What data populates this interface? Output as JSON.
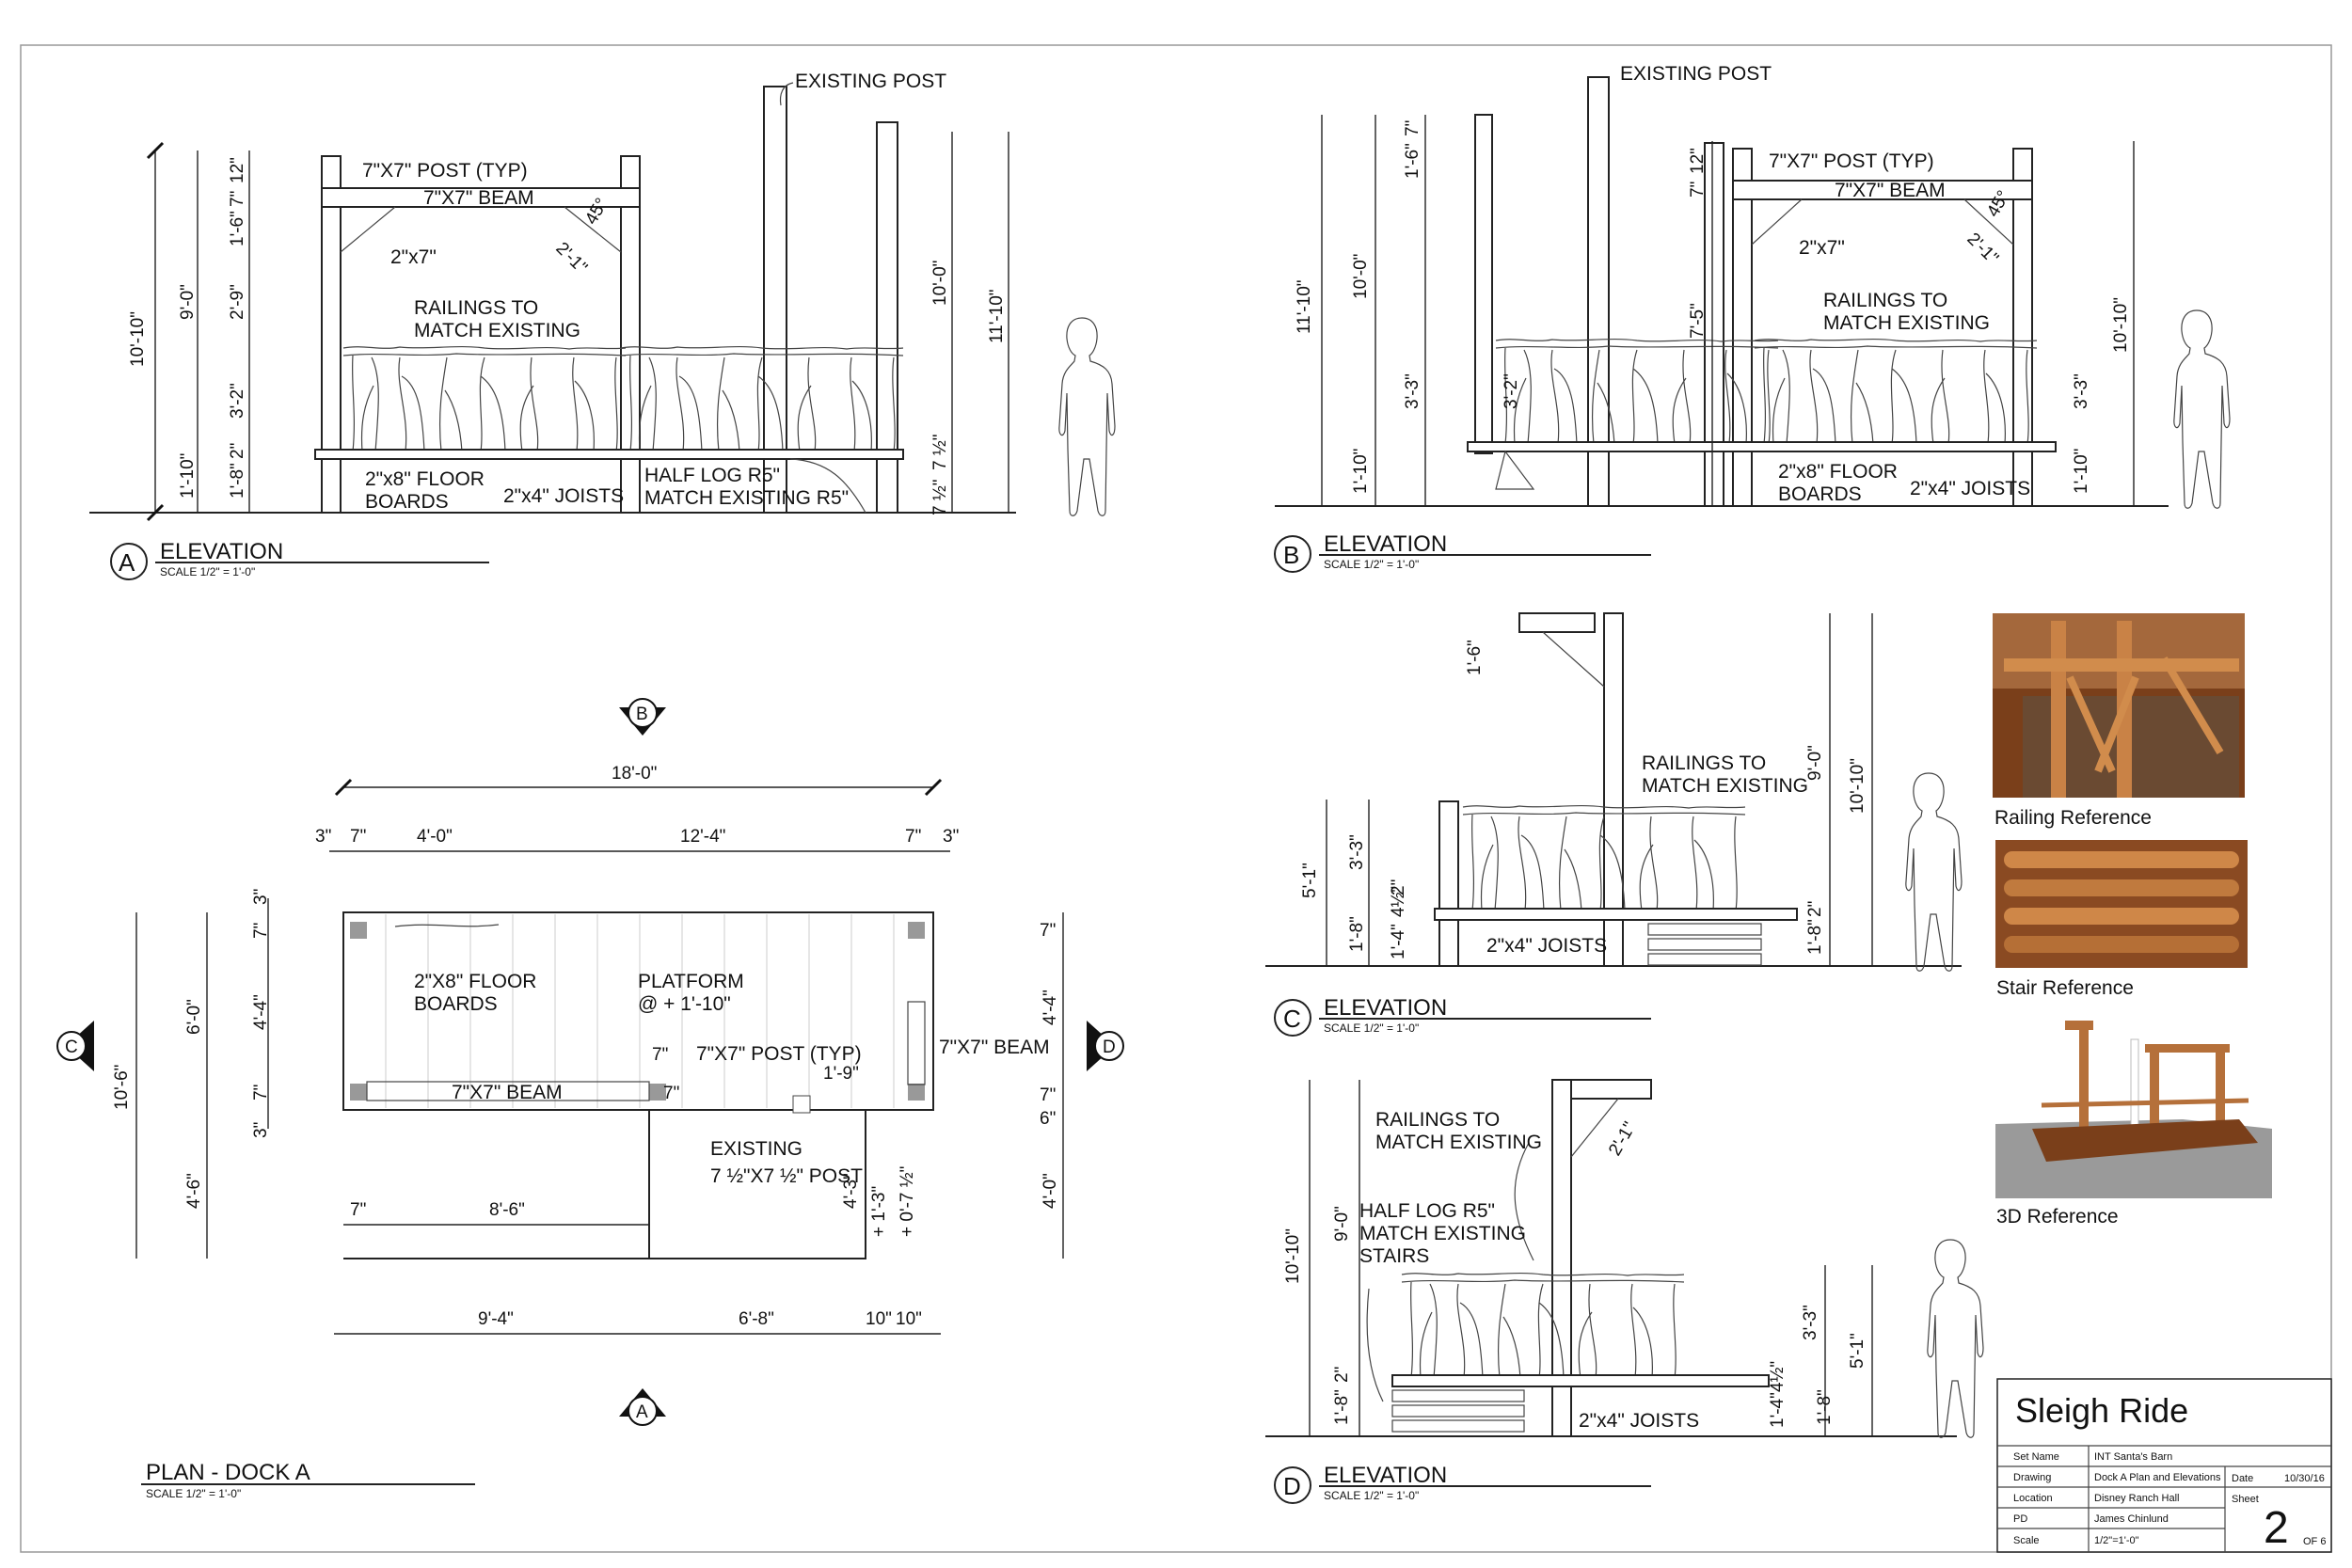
{
  "views": {
    "a": {
      "letter": "A",
      "title": "ELEVATION",
      "scale": "SCALE 1/2\" = 1'-0\""
    },
    "b": {
      "letter": "B",
      "title": "ELEVATION",
      "scale": "SCALE 1/2\" = 1'-0\""
    },
    "c": {
      "letter": "C",
      "title": "ELEVATION",
      "scale": "SCALE 1/2\" = 1'-0\""
    },
    "d": {
      "letter": "D",
      "title": "ELEVATION",
      "scale": "SCALE 1/2\" = 1'-0\""
    },
    "plan": {
      "title": "PLAN - DOCK A",
      "scale": "SCALE 1/2\" = 1'-0\""
    }
  },
  "notes": {
    "existing_post": "EXISTING POST",
    "post_typ": "7\"X7\" POST (TYP)",
    "beam": "7\"X7\" BEAM",
    "brace": "2\"x7\"",
    "angle": "45°",
    "brace_len": "2'-1\"",
    "railings_1": "RAILINGS TO",
    "railings_2": "MATCH EXISTING",
    "floor_1": "2\"x8\" FLOOR",
    "floor_2": "BOARDS",
    "joists": "2\"x4\" JOISTS",
    "halflog_1": "HALF LOG R5\"",
    "halflog_2": "MATCH EXISTING R5\"",
    "halflog_d2": "MATCH EXISTING",
    "stairs": "STAIRS",
    "floor_plan_1": "2\"X8\" FLOOR",
    "platform_1": "PLATFORM",
    "platform_2": "@ + 1'-10\"",
    "existing": "EXISTING",
    "existing_post_size": "7 ½\"X7 ½\" POST"
  },
  "dims": {
    "a": {
      "d1": "10'-10\"",
      "d2": "9'-0\"",
      "d3": "1'-10\"",
      "d4": "12\"",
      "d5": "7\"",
      "d6": "1'-6\"",
      "d7": "2'-9\"",
      "d8": "3'-2\"",
      "d9": "2\"",
      "d10": "1'-8\"",
      "d11": "10'-0\"",
      "d12": "11'-10\"",
      "d13": "7 ½\"",
      "d14": "7 ½\""
    },
    "b": {
      "d1": "11'-10\"",
      "d2": "10'-0\"",
      "d3": "1'-10\"",
      "d4": "7\"",
      "d5": "1'-6\"",
      "d6": "3'-3\"",
      "d7": "3'-2\"",
      "d8": "7'-5\"",
      "d9": "12\"",
      "d10": "7\"",
      "d11": "3'-3\"",
      "d12": "10'-10\"",
      "d13": "1'-10\""
    },
    "c": {
      "d1": "1'-6\"",
      "d2": "5'-1\"",
      "d3": "3'-3\"",
      "d4": "1'-8\"",
      "d5": "1'-4\"",
      "d6": "4½\"",
      "d7": "2\"",
      "d8": "9'-0\"",
      "d9": "10'-10\"",
      "d10": "2\"",
      "d11": "1'-8\""
    },
    "d": {
      "d1": "10'-10\"",
      "d2": "9'-0\"",
      "d3": "2\"",
      "d4": "1'-8\"",
      "d5": "2'-1\"",
      "d6": "3'-3\"",
      "d7": "5'-1\"",
      "d8": "1'-4\"",
      "d9": "4½\"",
      "d10": "1'-8\""
    },
    "plan": {
      "total": "18'-0\"",
      "t1": "3\"",
      "t2": "7\"",
      "t3": "4'-0\"",
      "t4": "12'-4\"",
      "t5": "7\"",
      "t6": "3\"",
      "l1": "3\"",
      "l2": "7\"",
      "l3": "6'-0\"",
      "l4": "4'-4\"",
      "l5": "7\"",
      "l6": "3\"",
      "l7": "10'-6\"",
      "l8": "4'-6\"",
      "r1": "7\"",
      "r2": "4'-4\"",
      "r3": "7\"",
      "r4": "6\"",
      "r5": "4'-0\"",
      "b1": "9'-4\"",
      "b2": "6'-8\"",
      "b3": "10\"",
      "b4": "10\"",
      "i1": "7\"",
      "i2": "8'-6\"",
      "i3": "7\"",
      "i4": "1'-9\"",
      "i5": "4'-3\"",
      "i6": "+ 1'-3\"",
      "i7": "+ 0'-7 ½\"",
      "i8": "7\""
    }
  },
  "markers": {
    "b": "B",
    "a": "A",
    "c": "C",
    "d": "D"
  },
  "photos": {
    "railing": "Railing Reference",
    "stair": "Stair Reference",
    "model": "3D Reference"
  },
  "title_block": {
    "project": "Sleigh Ride",
    "set_name_label": "Set Name",
    "set_name": "INT Santa's Barn",
    "drawing_label": "Drawing",
    "drawing": "Dock A Plan and Elevations",
    "location_label": "Location",
    "location": "Disney Ranch Hall",
    "pd_label": "PD",
    "pd": "James Chinlund",
    "scale_label": "Scale",
    "scale": "1/2\"=1'-0\"",
    "date_label": "Date",
    "date": "10/30/16",
    "sheet_label": "Sheet",
    "sheet": "2",
    "of": "OF 6"
  },
  "colors": {
    "line": "#222222",
    "wood": "#b5703a",
    "wood_dark": "#7a3f1a",
    "ground_grey": "#9a9a9a"
  }
}
